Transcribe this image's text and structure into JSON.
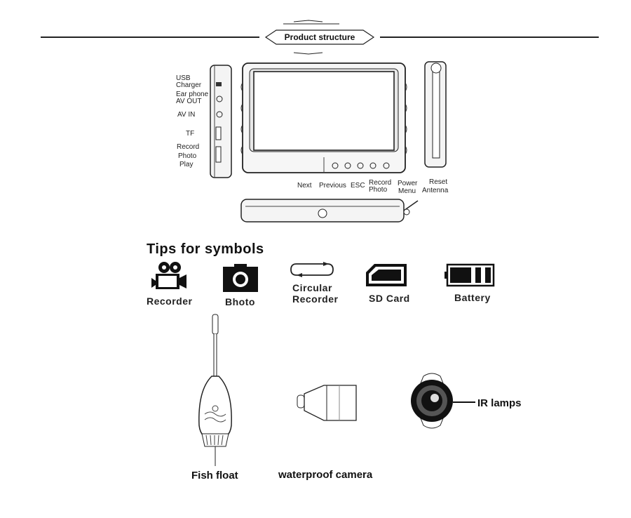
{
  "header": {
    "title": "Product structure"
  },
  "device": {
    "left_labels": [
      "USB",
      "Charger",
      "Ear phone",
      "AV  OUT",
      "AV  IN",
      "TF",
      "Record",
      "Photo",
      "Play"
    ],
    "bottom_labels": [
      "Next",
      "Previous",
      "ESC",
      "Record",
      "Photo",
      "Power",
      "Menu",
      "Reset",
      "Antenna"
    ]
  },
  "tips": {
    "heading": "Tips for symbols",
    "items": [
      {
        "label": "Recorder",
        "icon": "video-camera-icon"
      },
      {
        "label": "Bhoto",
        "icon": "camera-icon"
      },
      {
        "label": "Circular",
        "label2": "Recorder",
        "icon": "loop-arrows-icon"
      },
      {
        "label": "SD Card",
        "icon": "sd-card-icon"
      },
      {
        "label": "Battery",
        "icon": "battery-icon"
      }
    ]
  },
  "accessories": {
    "fish_float": "Fish float",
    "waterproof_camera": "waterproof camera",
    "ir_lamps": "IR lamps"
  }
}
